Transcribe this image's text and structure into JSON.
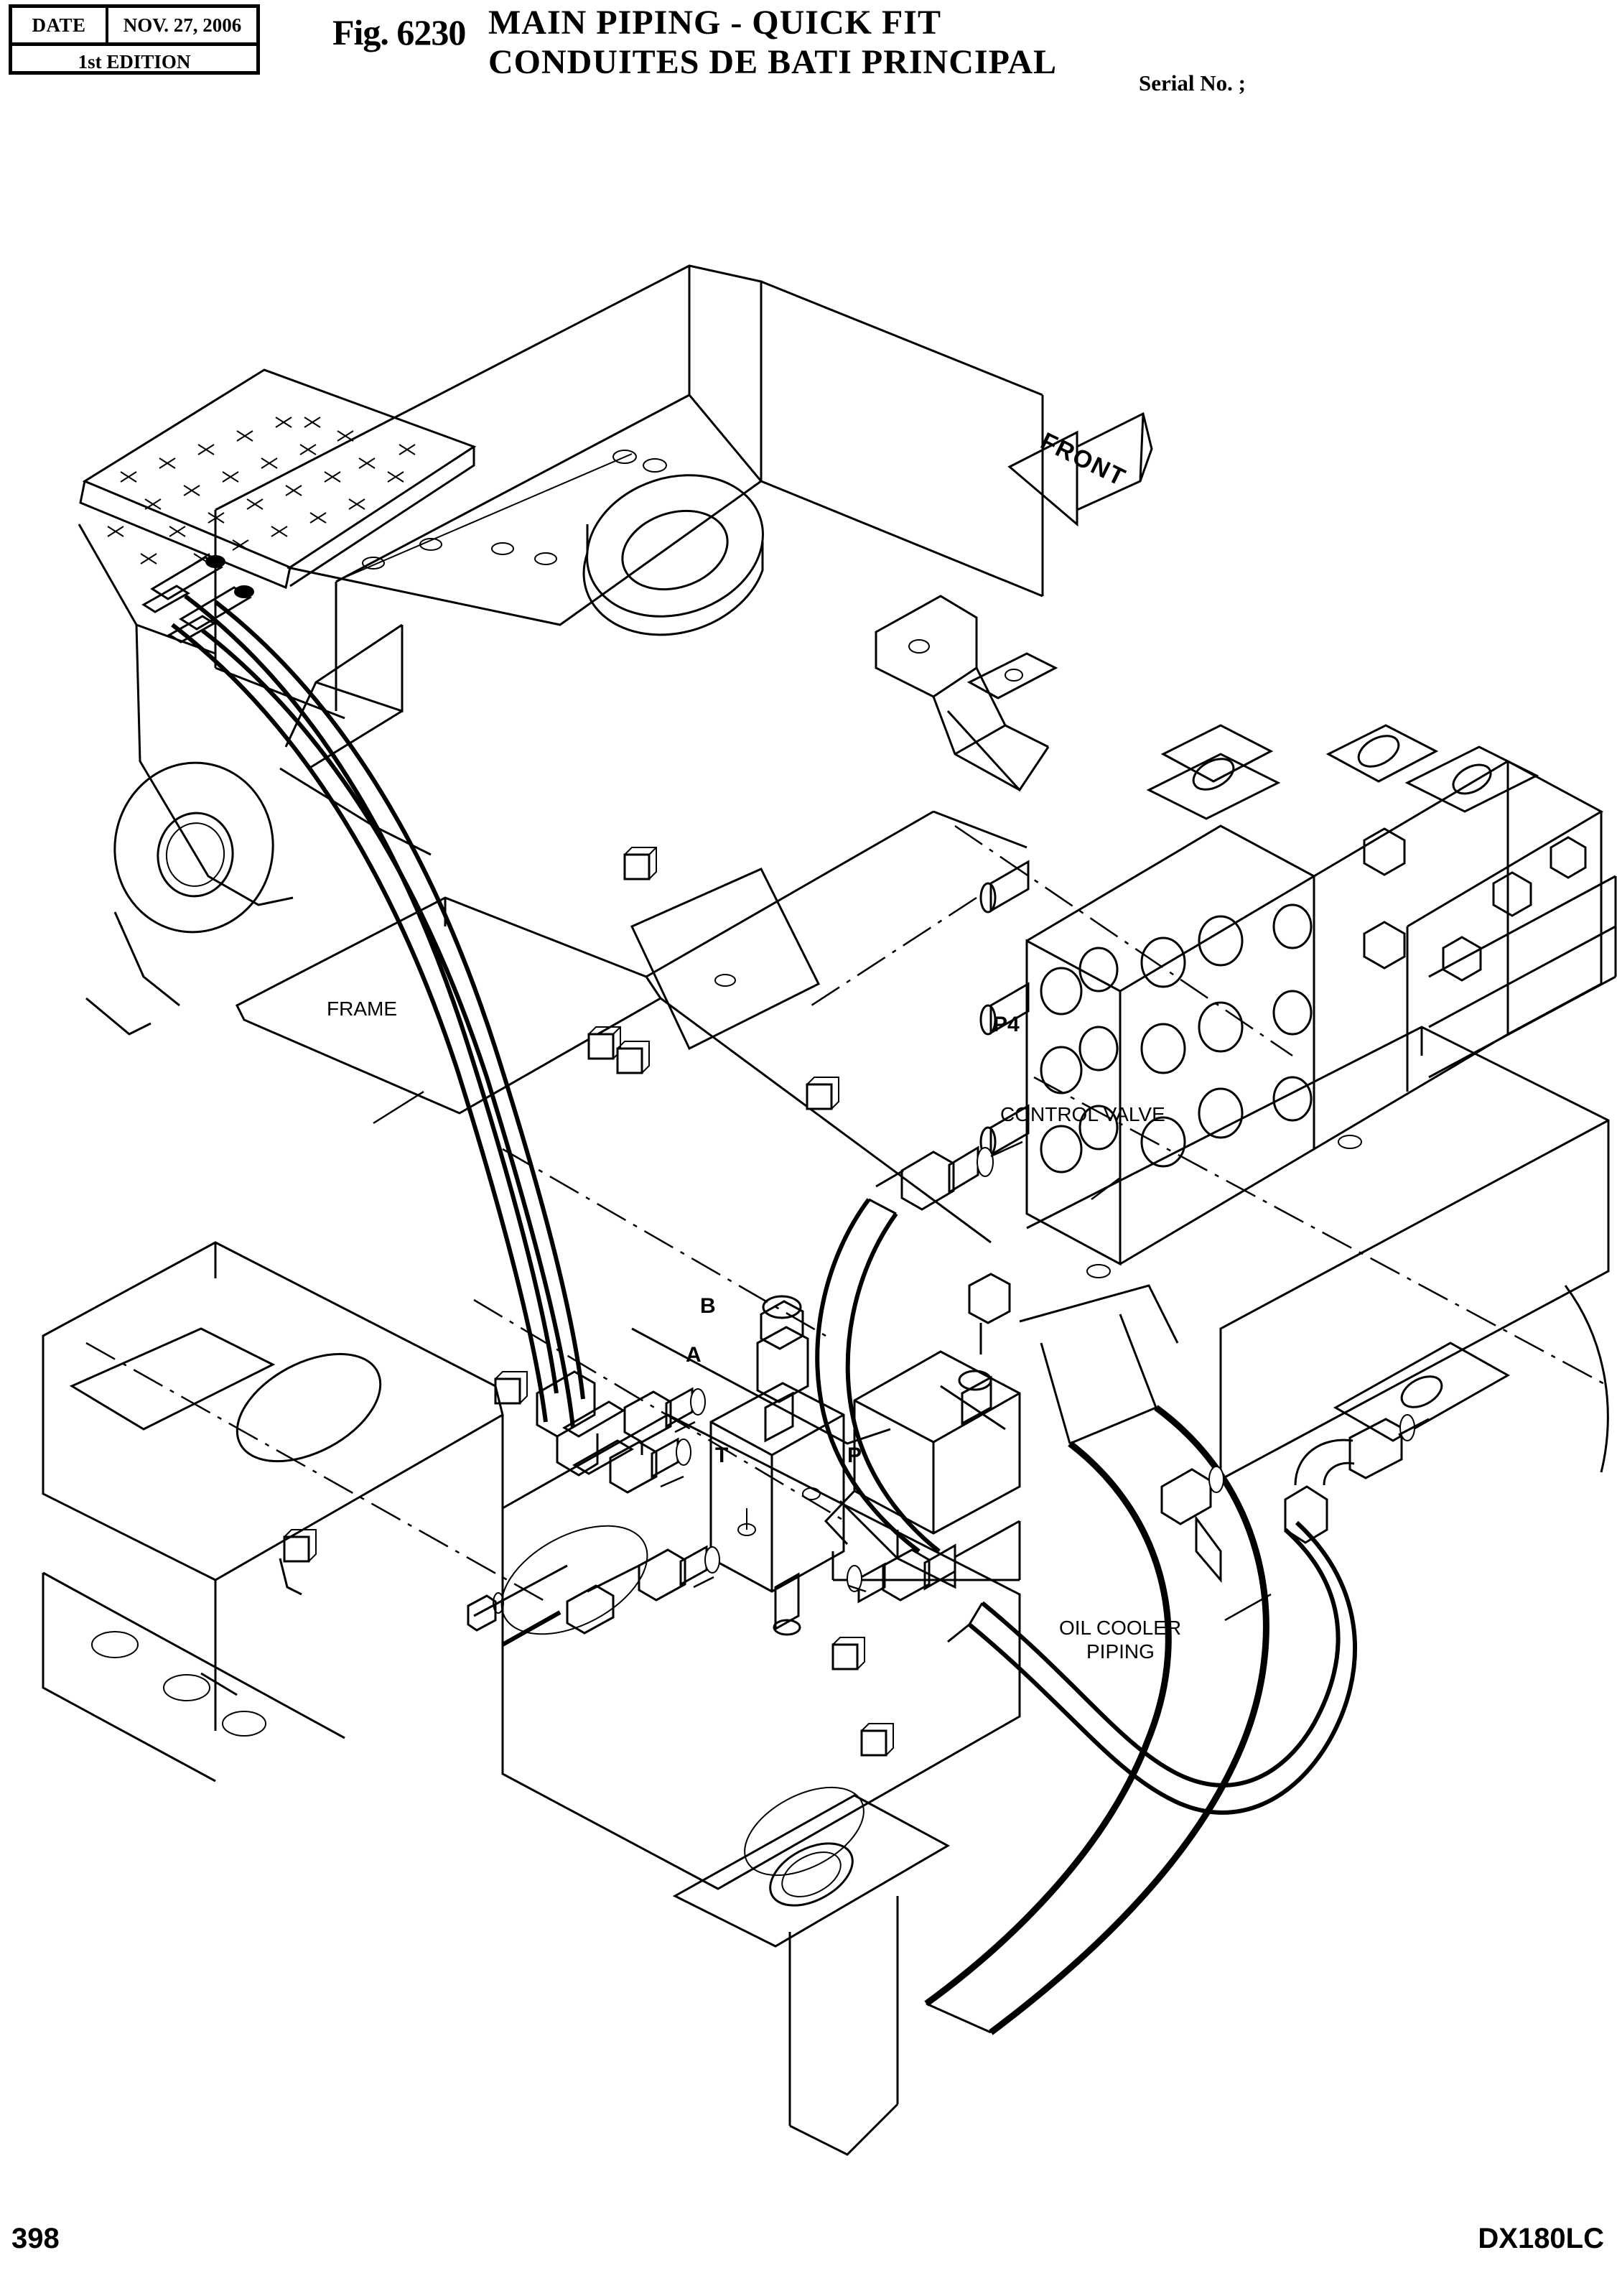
{
  "header": {
    "date_label": "DATE",
    "date_value": "NOV. 27, 2006",
    "edition": "1st EDITION",
    "figure_number": "Fig. 6230",
    "title_en": "MAIN  PIPING  -  QUICK  FIT",
    "title_fr": "CONDUITES  DE  BATI  PRINCIPAL",
    "serial_no": "Serial No. ;"
  },
  "diagram": {
    "orientation_marker": "FRONT",
    "callouts": [
      {
        "id": "frame",
        "label": "FRAME"
      },
      {
        "id": "control-valve",
        "label": "CONTROL VALVE"
      },
      {
        "id": "oil-cooler-piping",
        "label": "OIL COOLER\nPIPING"
      },
      {
        "id": "oil-cooler-line1",
        "label": "OIL COOLER"
      },
      {
        "id": "oil-cooler-line2",
        "label": "PIPING"
      },
      {
        "id": "port-p4",
        "label": "P4"
      },
      {
        "id": "port-a",
        "label": "A"
      },
      {
        "id": "port-b",
        "label": "B"
      },
      {
        "id": "port-t",
        "label": "T"
      },
      {
        "id": "port-p",
        "label": "P"
      }
    ]
  },
  "footer": {
    "page_number": "398",
    "model_code": "DX180LC"
  },
  "colors": {
    "line": "#000000",
    "background": "#ffffff"
  }
}
